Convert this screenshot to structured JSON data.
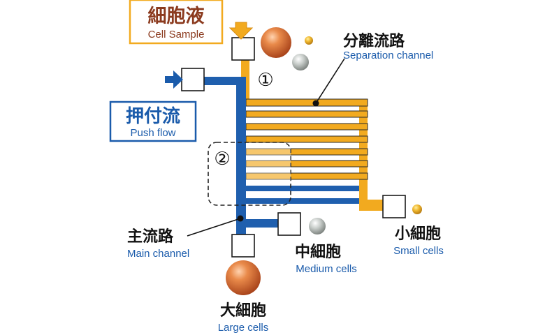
{
  "labels": {
    "cell_sample": {
      "jp": "細胞液",
      "en": "Cell Sample"
    },
    "separation_channel": {
      "jp": "分離流路",
      "en": "Separation channel"
    },
    "push_flow": {
      "jp": "押付流",
      "en": "Push flow"
    },
    "main_channel": {
      "jp": "主流路",
      "en": "Main channel"
    },
    "medium_cells": {
      "jp": "中細胞",
      "en": "Medium cells"
    },
    "small_cells": {
      "jp": "小細胞",
      "en": "Small cells"
    },
    "large_cells": {
      "jp": "大細胞",
      "en": "Large cells"
    },
    "marker_1": "①",
    "marker_2": "②"
  },
  "colors": {
    "sample_accent": "#8b3a1e",
    "push_accent": "#1a5bab",
    "orange_channel": "#f2aa1f",
    "blue_channel": "#1f5fae",
    "callout_text": "#111111",
    "cell_large": "#c9602a",
    "cell_medium": "#a4aaa6",
    "cell_small": "#d9a020"
  }
}
